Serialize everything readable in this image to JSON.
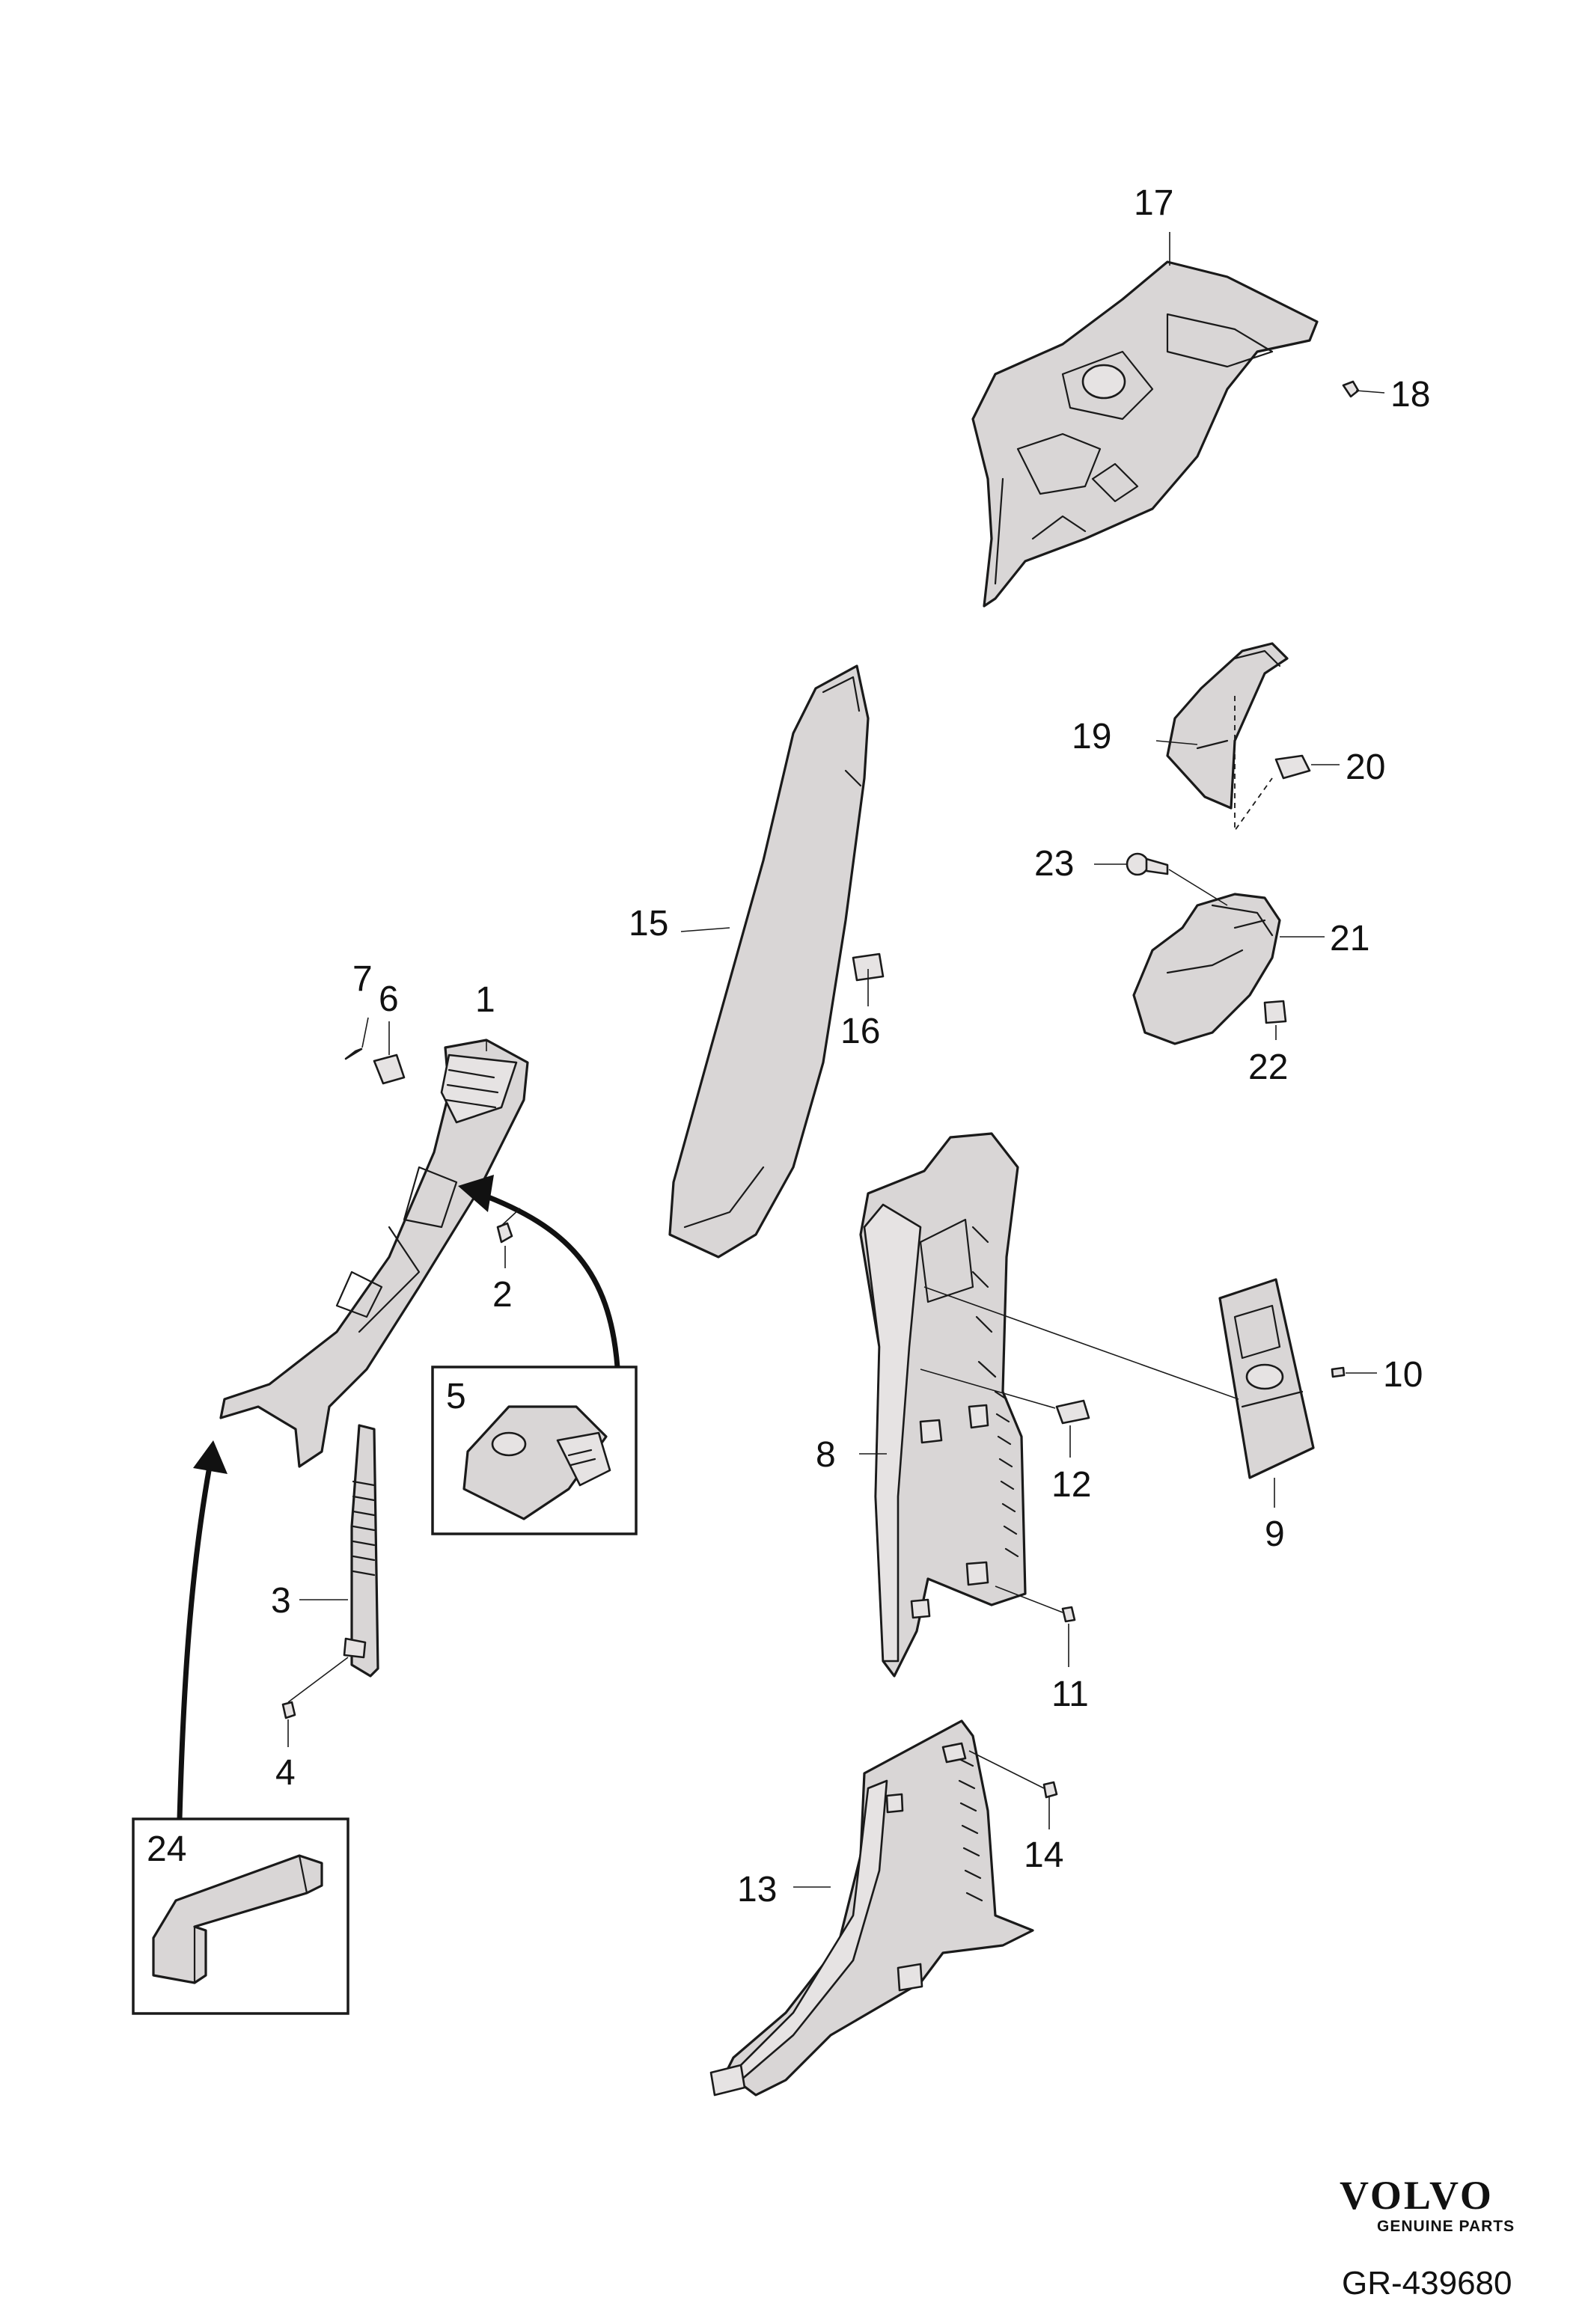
{
  "diagram": {
    "callouts": {
      "n1": "1",
      "n2": "2",
      "n3": "3",
      "n4": "4",
      "n5": "5",
      "n6": "6",
      "n7": "7",
      "n8": "8",
      "n9": "9",
      "n10": "10",
      "n11": "11",
      "n12": "12",
      "n13": "13",
      "n14": "14",
      "n15": "15",
      "n16": "16",
      "n17": "17",
      "n18": "18",
      "n19": "19",
      "n20": "20",
      "n21": "21",
      "n22": "22",
      "n23": "23",
      "n24": "24"
    }
  },
  "footer": {
    "brand": "VOLVO",
    "brand_sub": "GENUINE PARTS",
    "drawing_code": "GR-439680"
  }
}
